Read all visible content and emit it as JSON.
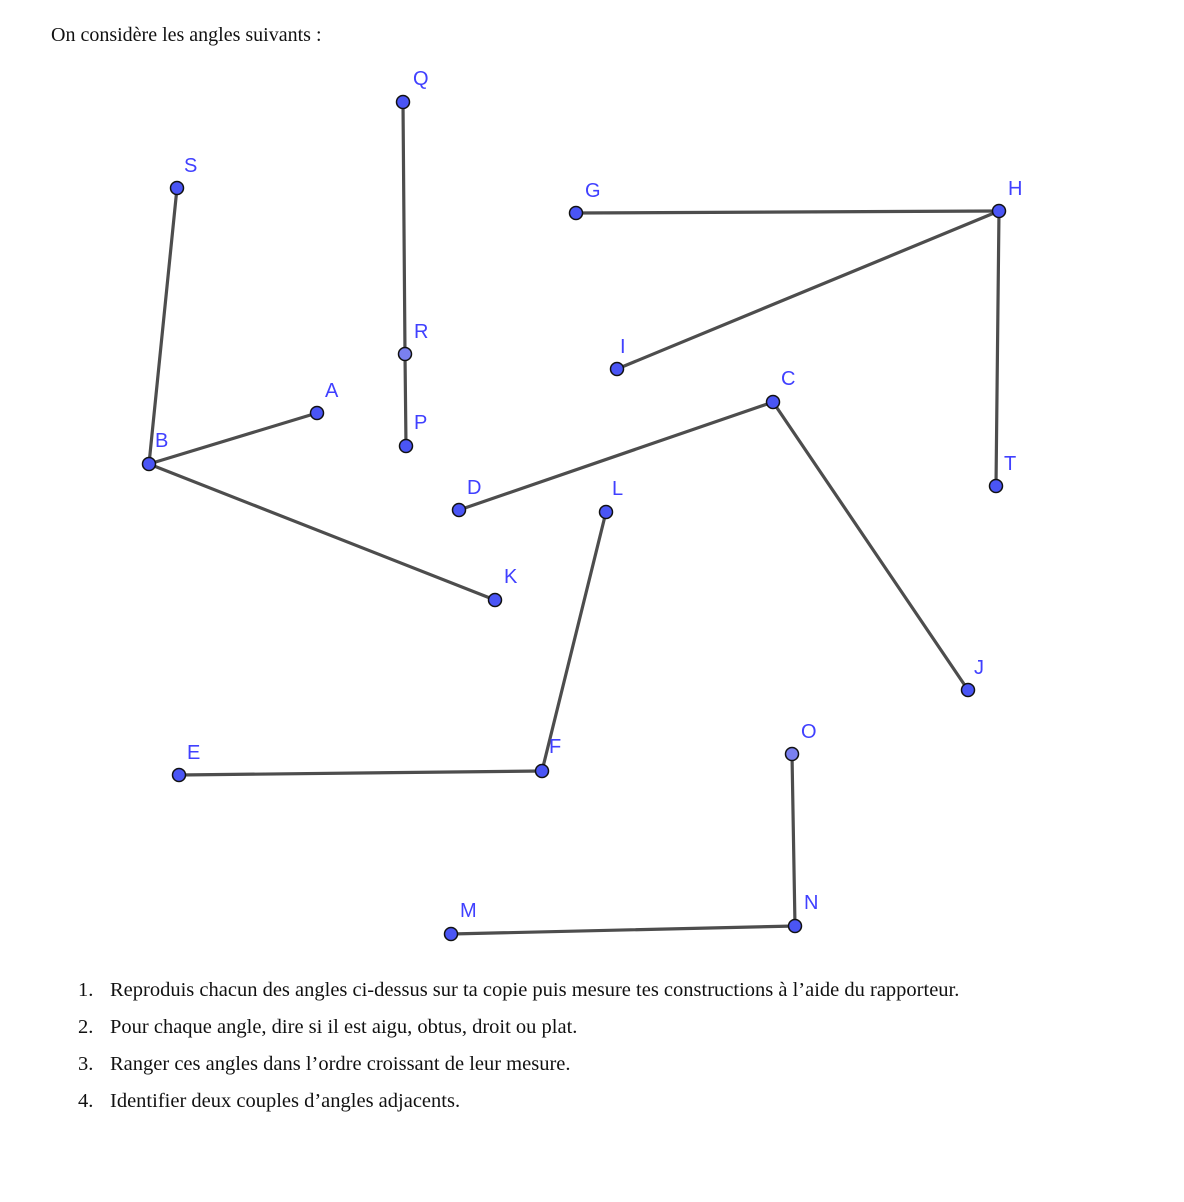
{
  "intro": "On considère les angles suivants :",
  "points": [
    "Q",
    "S",
    "G",
    "H",
    "R",
    "I",
    "A",
    "C",
    "P",
    "B",
    "T",
    "D",
    "L",
    "K",
    "J",
    "E",
    "F",
    "O",
    "N",
    "M"
  ],
  "colors": {
    "point": "#4a55f5",
    "point_light": "#7a80f0",
    "segment": "#4d4d4d",
    "label": "#4040ff"
  },
  "questions": [
    {
      "num": "1.",
      "text": "Reproduis chacun des angles ci-dessus sur ta copie puis mesure tes constructions à l’aide du rapporteur."
    },
    {
      "num": "2.",
      "text": "Pour chaque angle, dire si il est aigu, obtus, droit ou plat."
    },
    {
      "num": "3.",
      "text": "Ranger ces angles dans l’ordre croissant de leur mesure."
    },
    {
      "num": "4.",
      "text": "Identifier deux couples d’angles adjacents."
    }
  ]
}
